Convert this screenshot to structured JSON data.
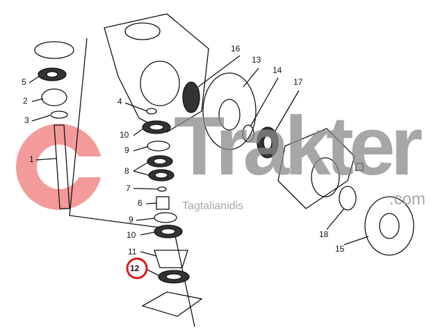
{
  "watermark": {
    "brand": "Trakter",
    "suffix": ".com",
    "sub": "Tagtalianidis",
    "logo_color": "#f28a8a",
    "text_color": "#8a8a8a"
  },
  "highlight": {
    "part": "12",
    "color": "#e0141c"
  },
  "labels": [
    {
      "id": "1",
      "text": "1"
    },
    {
      "id": "2",
      "text": "2"
    },
    {
      "id": "3",
      "text": "3"
    },
    {
      "id": "4",
      "text": "4"
    },
    {
      "id": "5",
      "text": "5"
    },
    {
      "id": "6",
      "text": "6"
    },
    {
      "id": "7",
      "text": "7"
    },
    {
      "id": "8",
      "text": "8"
    },
    {
      "id": "9a",
      "text": "9"
    },
    {
      "id": "9b",
      "text": "9"
    },
    {
      "id": "10a",
      "text": "10"
    },
    {
      "id": "10b",
      "text": "10"
    },
    {
      "id": "11",
      "text": "11"
    },
    {
      "id": "12",
      "text": "12"
    },
    {
      "id": "13",
      "text": "13"
    },
    {
      "id": "14",
      "text": "14"
    },
    {
      "id": "15",
      "text": "15"
    },
    {
      "id": "16",
      "text": "16"
    },
    {
      "id": "17",
      "text": "17"
    },
    {
      "id": "18",
      "text": "18"
    }
  ]
}
